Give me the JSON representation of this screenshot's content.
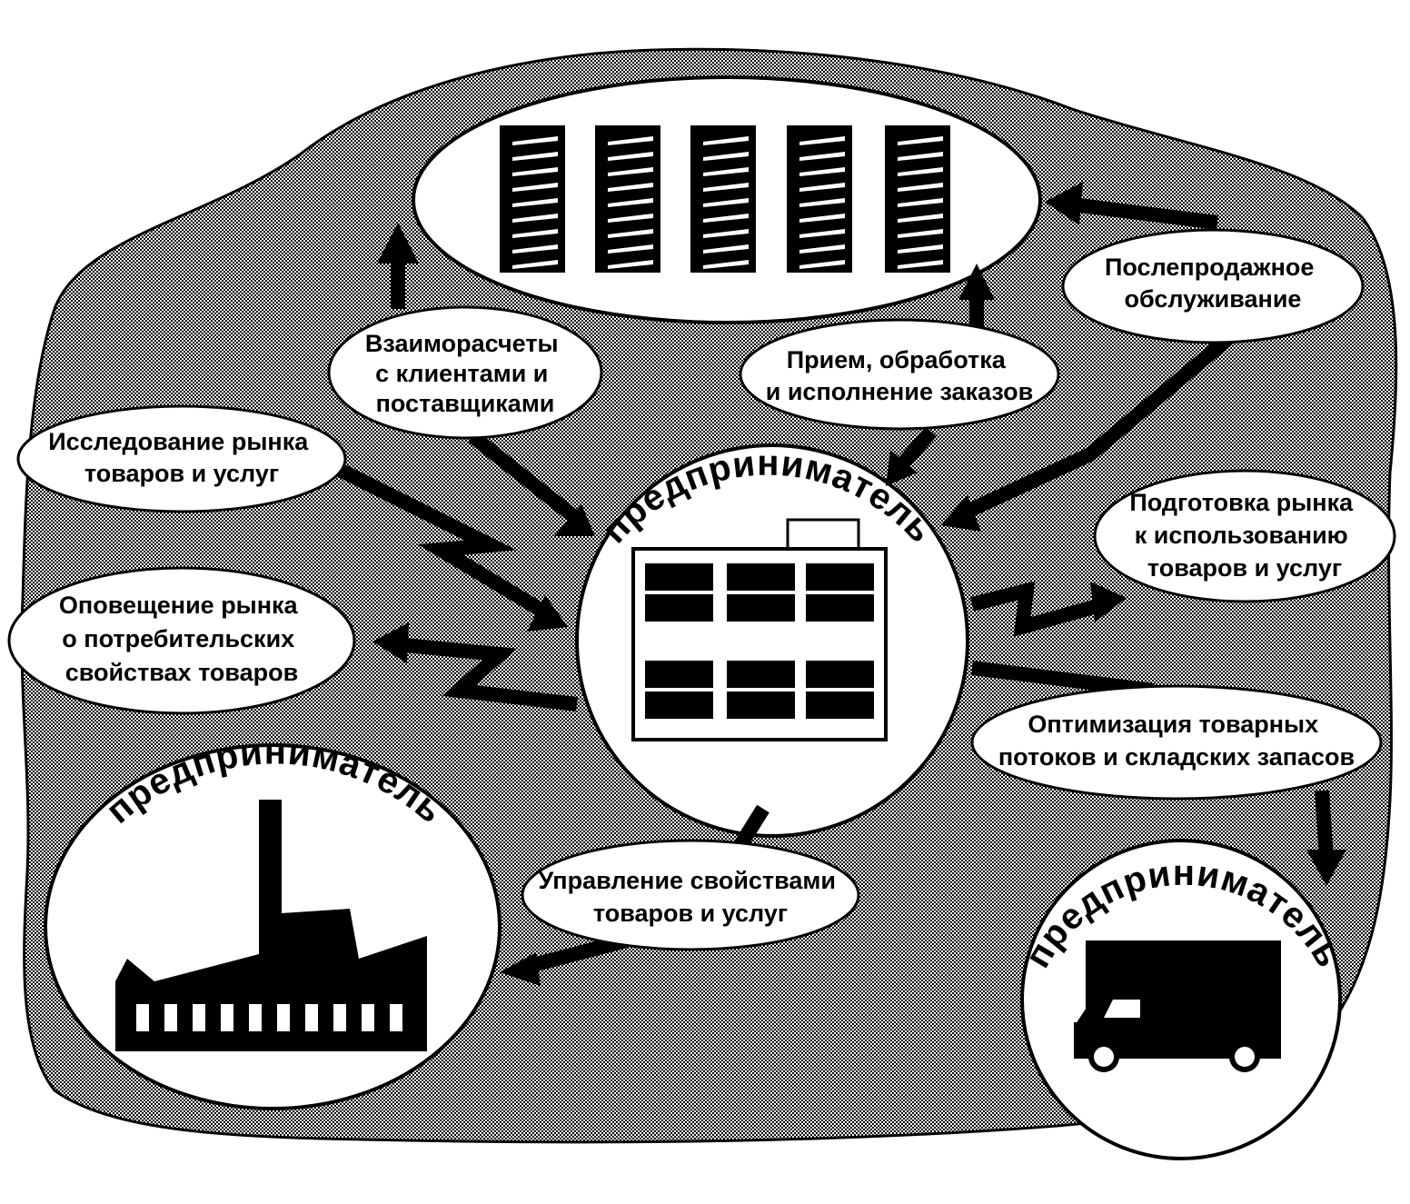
{
  "diagram": {
    "hub_label": "предприниматель",
    "nodes": {
      "center": {
        "label": "предприниматель",
        "icon": "office-building-icon"
      },
      "factory": {
        "label": "предприниматель",
        "icon": "factory-icon"
      },
      "truck": {
        "label": "предприниматель",
        "icon": "truck-icon"
      },
      "top": {
        "icon": "warehouse-shelves-icon"
      }
    },
    "functions": {
      "settlements": [
        "Взаиморасчеты",
        "с клиентами и",
        "поставщиками"
      ],
      "orders": [
        "Прием, обработка",
        "и исполнение заказов"
      ],
      "after_sales": [
        "Послепродажное",
        "обслуживание"
      ],
      "market_research": [
        "Исследование рынка",
        "товаров и услуг"
      ],
      "market_prep": [
        "Подготовка рынка",
        "к использованию",
        "товаров и услуг"
      ],
      "notification": [
        "Оповещение рынка",
        "о потребительских",
        "свойствах товаров"
      ],
      "optimization": [
        "Оптимизация товарных",
        "потоков и складских запасов"
      ],
      "properties": [
        "Управление свойствами",
        "товаров и услуг"
      ]
    },
    "colors": {
      "ink": "#000000",
      "paper": "#ffffff"
    }
  }
}
